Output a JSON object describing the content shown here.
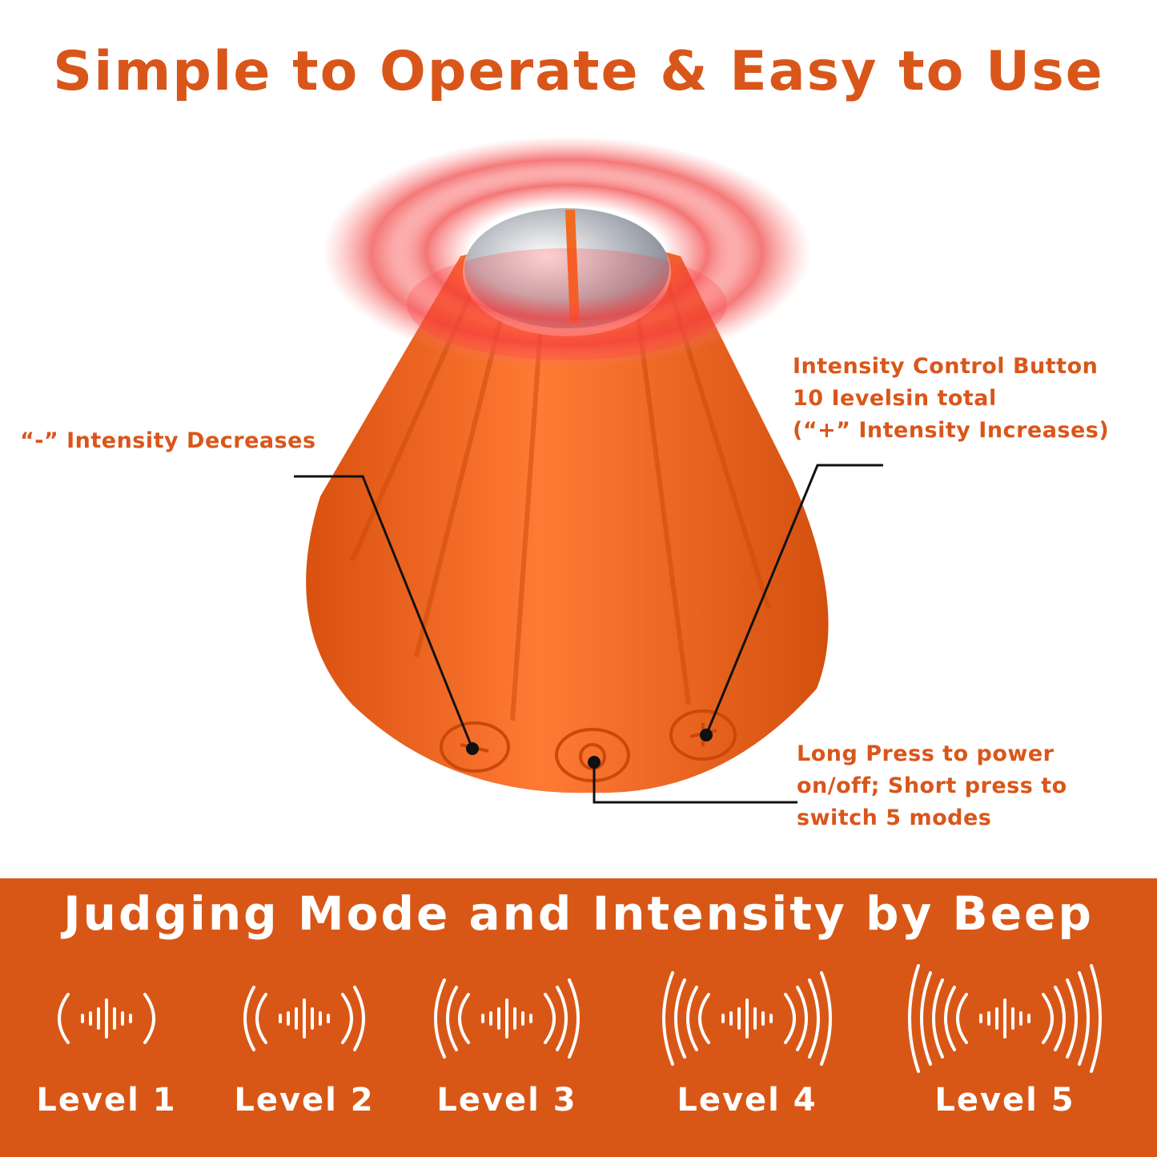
{
  "title": "Simple to Operate & Easy to Use",
  "annotations": {
    "minus": "“-” Intensity Decreases",
    "plus_lines": [
      "Intensity Control Button",
      "10 Ievelsin total",
      "(“+” Intensity Increases)"
    ],
    "power_lines": [
      "Long Press to power",
      "on/off; Short press to",
      "switch 5 modes"
    ]
  },
  "banner": {
    "title": "Judging Mode and Intensity by Beep",
    "levels": [
      {
        "label": "Level 1",
        "arcs": 1
      },
      {
        "label": "Level 2",
        "arcs": 2
      },
      {
        "label": "Level 3",
        "arcs": 3
      },
      {
        "label": "Level 4",
        "arcs": 4
      },
      {
        "label": "Level 5",
        "arcs": 5
      }
    ]
  },
  "colors": {
    "accent": "#d9561a",
    "banner": "#d95716",
    "product": "#f26a1f"
  }
}
